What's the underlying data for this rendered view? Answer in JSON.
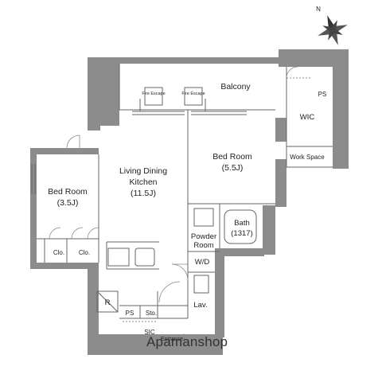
{
  "rooms": {
    "balcony": "Balcony",
    "wic": "WIC",
    "work_space": "Work Space",
    "bed_room_a": {
      "name": "Bed Room",
      "size": "(5.5J)"
    },
    "bed_room_b": {
      "name": "Bed Room",
      "size": "(3.5J)"
    },
    "ldk": {
      "line1": "Living Dining",
      "line2": "Kitchen",
      "size": "(11.5J)"
    },
    "bath": {
      "name": "Bath",
      "size": "(1317)"
    },
    "powder": {
      "line1": "Powder",
      "line2": "Room"
    },
    "wd": "W/D",
    "lav": "Lav.",
    "sto": "Sto.",
    "sic": "SIC",
    "closet_1": "Clo.",
    "closet_2": "Clo.",
    "ps_top": "PS",
    "ps_bottom": "PS",
    "refrigerator": "R",
    "fire_escape_1": "Fire Escape",
    "fire_escape_2": "Fire Escape",
    "entrance": "Entrance"
  },
  "compass": {
    "north": "N"
  },
  "watermark": "Apamanshop",
  "colors": {
    "wall": "#8c8c8c",
    "line": "#666666",
    "background": "#ffffff"
  }
}
